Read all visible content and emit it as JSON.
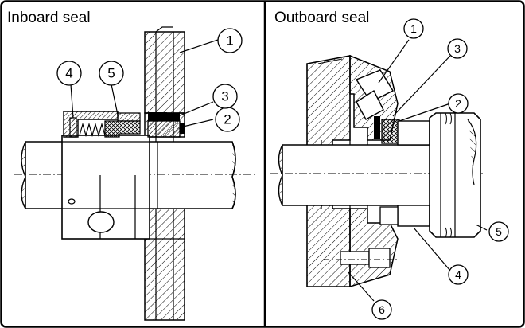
{
  "panels": {
    "inboard": {
      "title": "Inboard seal",
      "callouts": [
        "1",
        "2",
        "3",
        "4",
        "5"
      ]
    },
    "outboard": {
      "title": "Outboard seal",
      "callouts": [
        "1",
        "2",
        "3",
        "4",
        "5",
        "6"
      ]
    }
  }
}
